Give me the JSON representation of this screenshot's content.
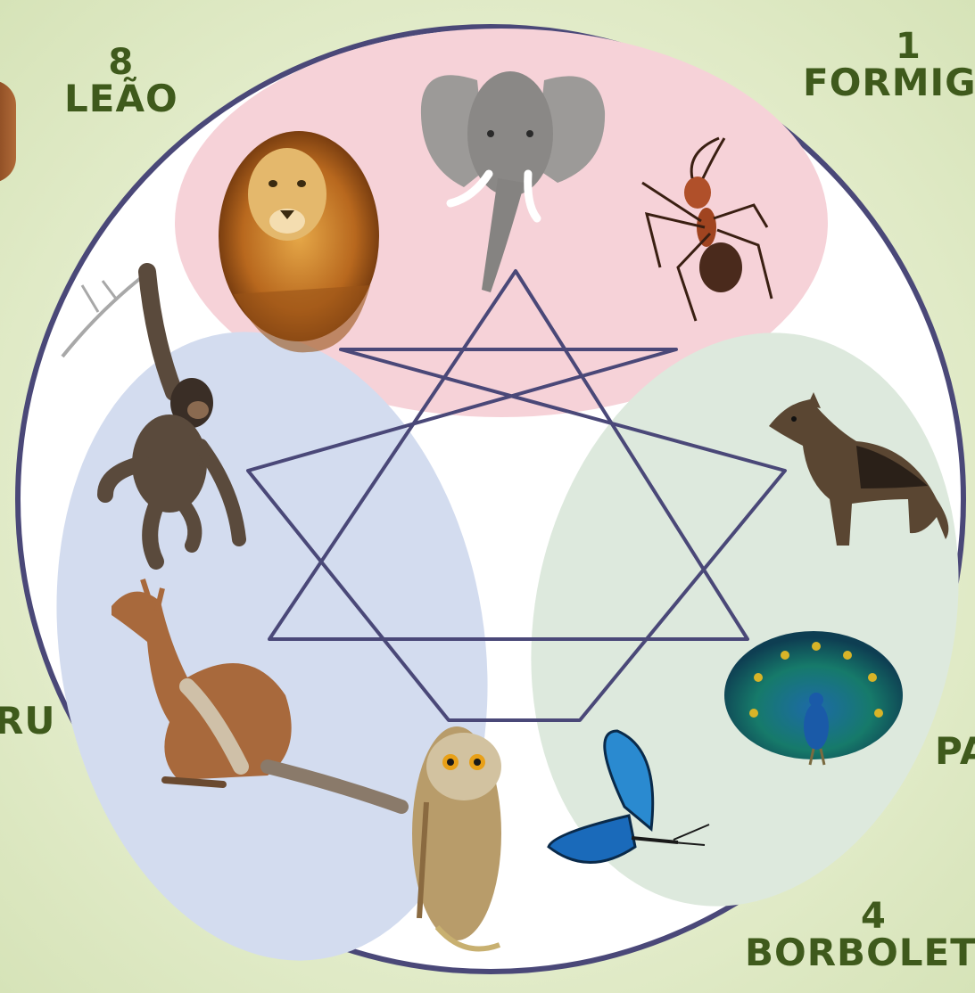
{
  "labels": {
    "l8": {
      "num": "8",
      "name": "LEÃO"
    },
    "l1": {
      "num": "1",
      "name": "FORMIG"
    },
    "lru": {
      "name": "RU"
    },
    "lpa": {
      "name": "PA"
    },
    "l4": {
      "num": "4",
      "name": "BORBOLET"
    }
  },
  "colors": {
    "ring": "#4a4878",
    "star": "#4a4878",
    "zone_top": "#f6d2d8",
    "zone_left": "#d3dcef",
    "zone_right": "#dde9dd",
    "label_text": "#3f5a1c"
  },
  "animals": [
    "lion",
    "elephant",
    "ant",
    "chimpanzee",
    "kangaroo",
    "owl",
    "butterfly",
    "peacock",
    "dog"
  ]
}
